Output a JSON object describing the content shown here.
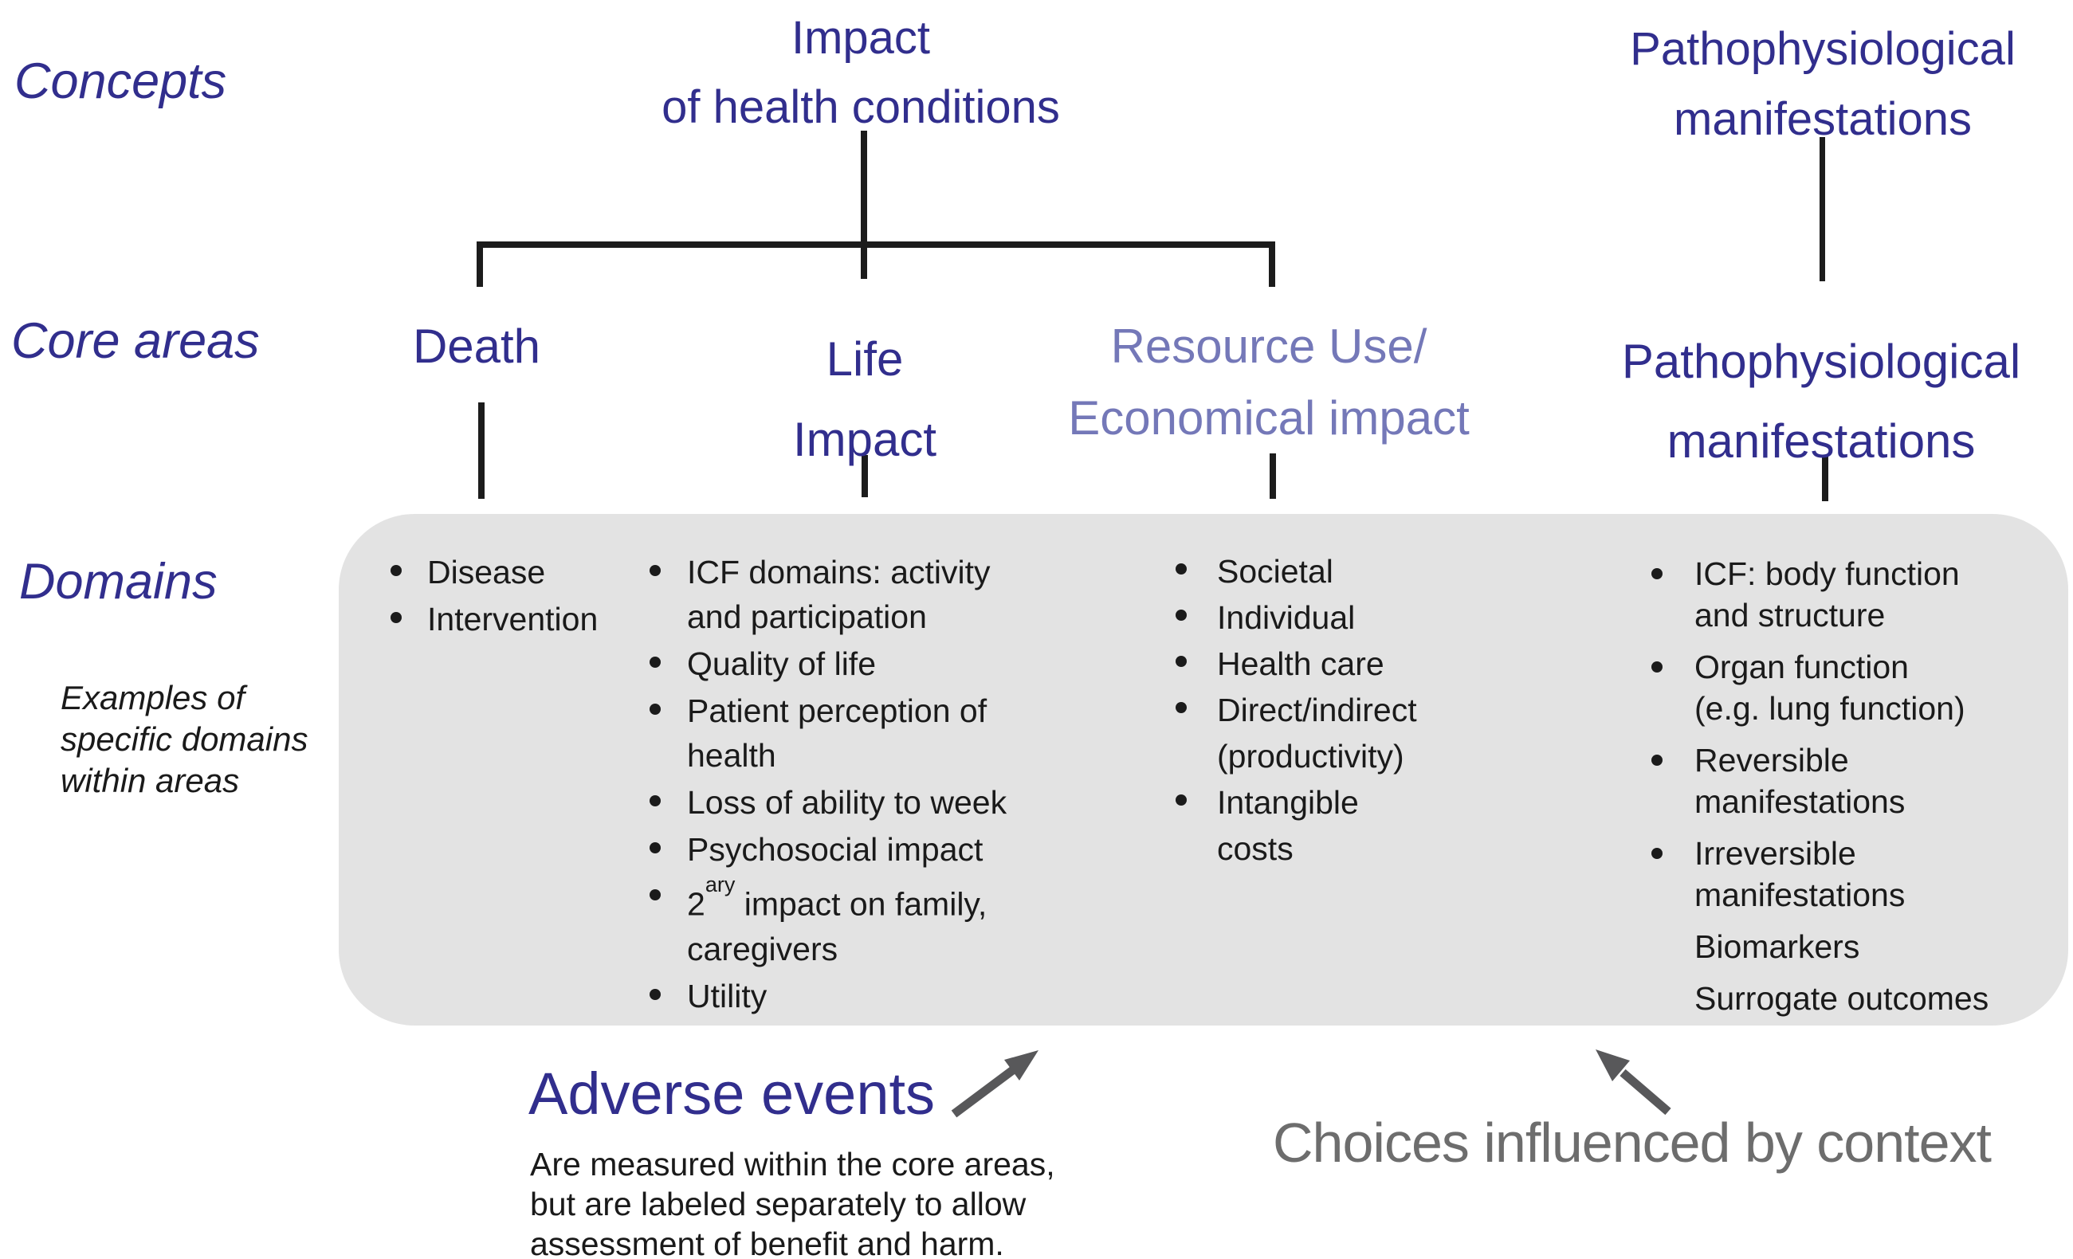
{
  "colors": {
    "heading_blue": "#312e8d",
    "resource_blue": "#7478b8",
    "panel_gray": "#e3e3e3",
    "text_black": "#1a1a1a",
    "context_gray": "#6d6d6d",
    "arrow_gray": "#58585a"
  },
  "row_labels": {
    "concepts": "Concepts",
    "core_areas": "Core areas",
    "domains": "Domains"
  },
  "concept_row": {
    "impact_title": {
      "line1": "Impact",
      "line2": "of health conditions"
    },
    "patho_title": {
      "line1": "Pathophysiological",
      "line2": "manifestations"
    }
  },
  "core_area_row": {
    "death": "Death",
    "life": {
      "line1": "Life",
      "line2": "Impact"
    },
    "resource": {
      "line1": "Resource Use/",
      "line2": "Economical impact"
    },
    "patho": {
      "line1": "Pathophysiological",
      "line2": "manifestations"
    }
  },
  "examples_note": {
    "line1": "Examples of",
    "line2": "specific domains",
    "line3": "within areas"
  },
  "domains_columns": [
    {
      "area": "death",
      "items": [
        {
          "bullet": true,
          "lines": [
            "Disease"
          ]
        },
        {
          "bullet": true,
          "lines": [
            "Intervention"
          ]
        }
      ]
    },
    {
      "area": "life-impact",
      "items": [
        {
          "bullet": true,
          "lines": [
            "ICF domains: activity",
            "and participation"
          ]
        },
        {
          "bullet": true,
          "lines": [
            "Quality of life"
          ]
        },
        {
          "bullet": true,
          "lines": [
            "Patient perception of",
            "health"
          ]
        },
        {
          "bullet": true,
          "lines": [
            "Loss of ability to week"
          ]
        },
        {
          "bullet": true,
          "lines": [
            "Psychosocial impact"
          ]
        },
        {
          "bullet": true,
          "lines": [
            {
              "pre": "2",
              "sup": "ary",
              "rest": " impact on family,"
            },
            "caregivers"
          ]
        },
        {
          "bullet": true,
          "lines": [
            "Utility"
          ]
        }
      ]
    },
    {
      "area": "resource-use-economical-impact",
      "items": [
        {
          "bullet": true,
          "lines": [
            "Societal"
          ]
        },
        {
          "bullet": true,
          "lines": [
            "Individual"
          ]
        },
        {
          "bullet": true,
          "lines": [
            "Health care"
          ]
        },
        {
          "bullet": true,
          "lines": [
            "Direct/indirect",
            "(productivity)"
          ]
        },
        {
          "bullet": true,
          "lines": [
            "Intangible",
            "costs"
          ]
        }
      ]
    },
    {
      "area": "pathophysiological-manifestations",
      "items": [
        {
          "bullet": true,
          "lines": [
            "ICF: body function",
            "and structure"
          ]
        },
        {
          "bullet": true,
          "lines": [
            "Organ function",
            "(e.g. lung function)"
          ]
        },
        {
          "bullet": true,
          "lines": [
            "Reversible",
            "manifestations"
          ]
        },
        {
          "bullet": true,
          "lines": [
            "Irreversible",
            "manifestations"
          ]
        },
        {
          "bullet": false,
          "lines": [
            "Biomarkers"
          ]
        },
        {
          "bullet": false,
          "lines": [
            "Surrogate outcomes"
          ]
        }
      ]
    }
  ],
  "annotations": {
    "adverse_title": "Adverse events",
    "adverse_caption": {
      "line1": "Are measured within the core areas,",
      "line2": "but are labeled separately to allow",
      "line3": "assessment of benefit and harm."
    },
    "choices_note": "Choices influenced by context"
  }
}
